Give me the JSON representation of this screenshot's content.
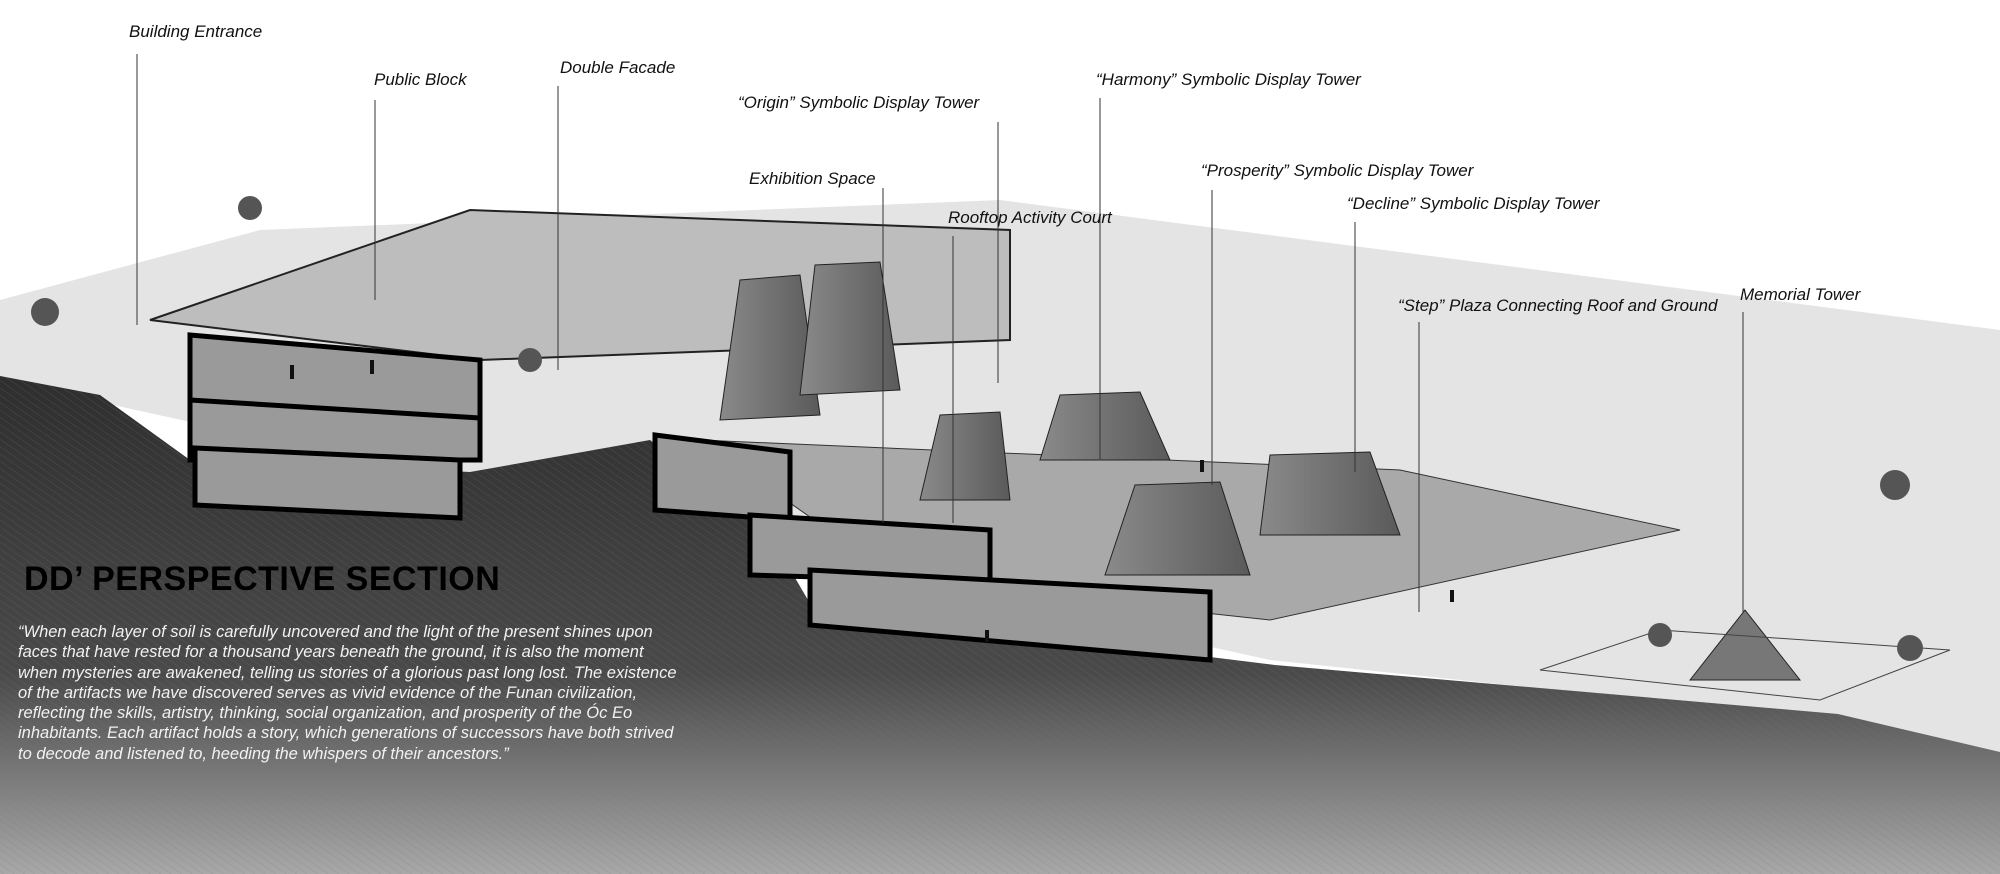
{
  "labels": {
    "building_entrance": "Building Entrance",
    "public_block": "Public Block",
    "double_facade": "Double Facade",
    "origin_tower": "“Origin” Symbolic Display Tower",
    "exhibition_space": "Exhibition Space",
    "rooftop_court": "Rooftop Activity Court",
    "harmony_tower": "“Harmony” Symbolic Display Tower",
    "prosperity_tower": "“Prosperity” Symbolic Display Tower",
    "decline_tower": "“Decline” Symbolic Display Tower",
    "step_plaza": "“Step” Plaza Connecting Roof and Ground",
    "memorial_tower": "Memorial Tower"
  },
  "title": "DD’ PERSPECTIVE SECTION",
  "quote_lines": [
    "“When each layer of soil is carefully uncovered and the light of the present shines upon",
    "faces that have rested for a thousand years beneath the ground, it is also the moment",
    "when mysteries are awakened, telling us stories of a glorious past long lost. The existence",
    "of the artifacts we have discovered serves as vivid evidence of the Funan civilization,",
    "reflecting the skills, artistry, thinking, social organization, and prosperity of the Óc Eo",
    "inhabitants. Each artifact holds a story, which generations of successors have both strived",
    "to decode and listened to, heeding the whispers of their ancestors.”"
  ],
  "colors": {
    "ground": "#3a3a3a",
    "structure": "#111111",
    "quote_text": "#f2f2f2"
  }
}
